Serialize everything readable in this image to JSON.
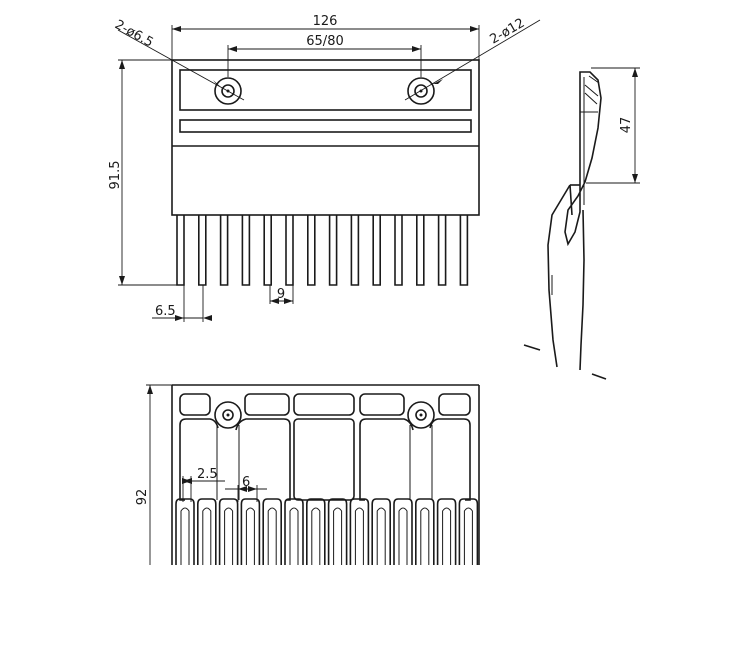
{
  "dimensions": {
    "overall_width": "126",
    "hole_spacing": "65/80",
    "small_holes": "2-ø6.5",
    "large_holes": "2-ø12",
    "front_height": "91.5",
    "edge_offset": "6.5",
    "tooth_pitch": "9",
    "side_height": "47",
    "bottom_height": "92",
    "slot_width": "2.5",
    "tooth_width": "6"
  }
}
